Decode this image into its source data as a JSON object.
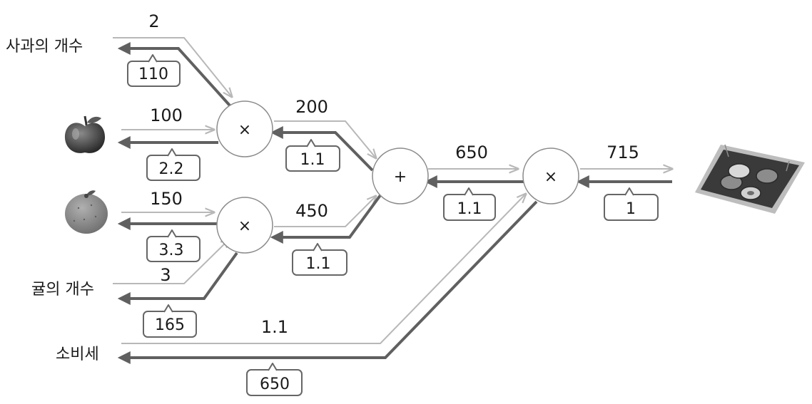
{
  "inputs": {
    "apple_count_label": "사과의 개수",
    "orange_count_label": "귤의 개수",
    "tax_label": "소비세"
  },
  "nodes": {
    "mul_apple": "×",
    "mul_orange": "×",
    "add": "+",
    "mul_tax": "×"
  },
  "forward_values": {
    "apple_count": "2",
    "apple_price": "100",
    "orange_price": "150",
    "orange_count": "3",
    "tax": "1.1",
    "apple_total": "200",
    "orange_total": "450",
    "subtotal": "650",
    "total": "715"
  },
  "gradients": {
    "apple_count": "110",
    "apple_price": "2.2",
    "orange_price": "3.3",
    "orange_count": "165",
    "tax": "650",
    "apple_total": "1.1",
    "orange_total": "1.1",
    "subtotal": "1.1",
    "total": "1"
  },
  "icons": {
    "apple": "apple-icon",
    "orange": "orange-icon",
    "coins": "coin-tray-icon"
  }
}
